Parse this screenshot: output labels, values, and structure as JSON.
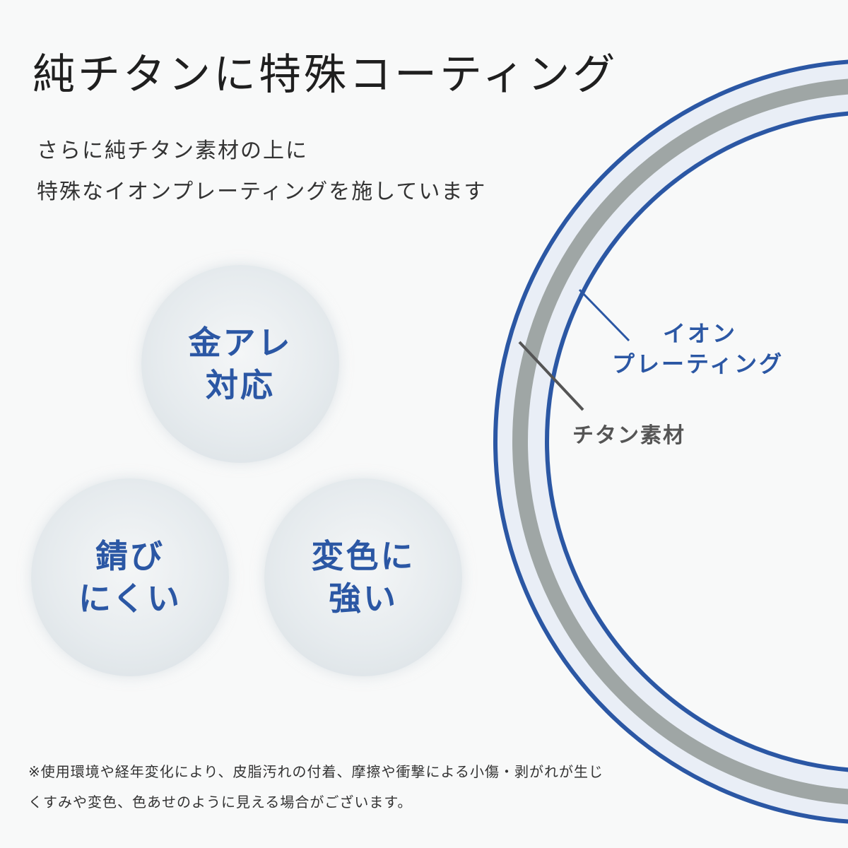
{
  "heading": {
    "title": "純チタンに特殊コーティング",
    "subtitle_line1": "さらに純チタン素材の上に",
    "subtitle_line2": "特殊なイオンプレーティングを施しています"
  },
  "features": [
    {
      "line1": "金アレ",
      "line2": "対応"
    },
    {
      "line1": "錆び",
      "line2": "にくい"
    },
    {
      "line1": "変色に",
      "line2": "強い"
    }
  ],
  "diagram": {
    "ion_label_line1": "イオン",
    "ion_label_line2": "プレーティング",
    "titanium_label": "チタン素材"
  },
  "note": {
    "line1": "※使用環境や経年変化により、皮脂汚れの付着、摩擦や衝撃による小傷・剥がれが生じ",
    "line2": "くすみや変色、色あせのように見える場合がございます。"
  },
  "colors": {
    "accent_blue": "#2b57a4",
    "titanium_gray": "#9fa6a5",
    "ring_fill": "#e9eef6",
    "background": "#f8f9f9"
  }
}
